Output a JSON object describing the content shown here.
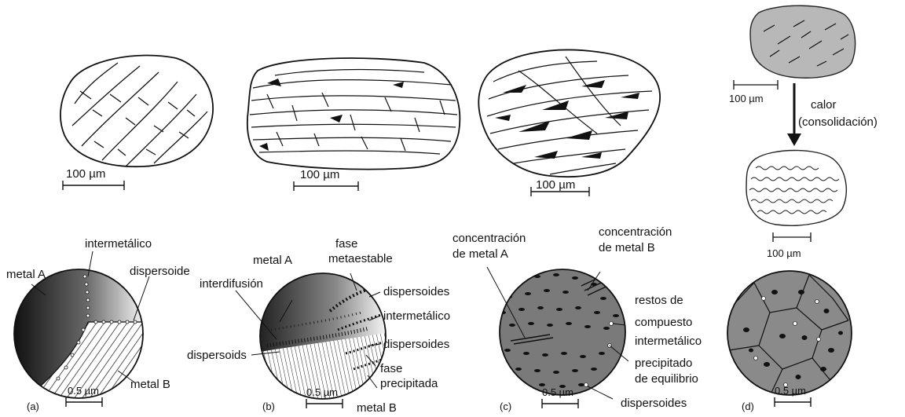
{
  "units": {
    "particle_scale": "100 µm",
    "micro_scale": "0.5 µm"
  },
  "panels": {
    "a": {
      "letter": "(a)",
      "labels": {
        "intermetallic": "intermetálico",
        "metal_a": "metal A",
        "dispersoid": "dispersoide",
        "metal_b": "metal B"
      }
    },
    "b": {
      "letter": "(b)",
      "labels": {
        "metastable_1": "fase",
        "metastable_2": "metaestable",
        "metal_a": "metal A",
        "interdiffusion": "interdifusión",
        "dispersoids_top": "dispersoides",
        "intermetallic": "intermetálico",
        "dispersoids_mid": "dispersoides",
        "dispersoids_left": "dispersoids",
        "precipitated_1": "fase",
        "precipitated_2": "precipitada",
        "metal_b": "metal B"
      }
    },
    "c": {
      "letter": "(c)",
      "labels": {
        "conc_a_1": "concentración",
        "conc_a_2": "de metal A",
        "conc_b_1": "concentración",
        "conc_b_2": "de metal B",
        "remains_1": "restos de",
        "remains_2": "compuesto",
        "remains_3": "intermetálico",
        "precip_1": "precipitado",
        "precip_2": "de equilibrio",
        "dispersoids": "dispersoides"
      }
    },
    "d": {
      "letter": "(d)",
      "labels": {
        "heat_1": "calor",
        "heat_2": "(consolidación)"
      }
    }
  }
}
